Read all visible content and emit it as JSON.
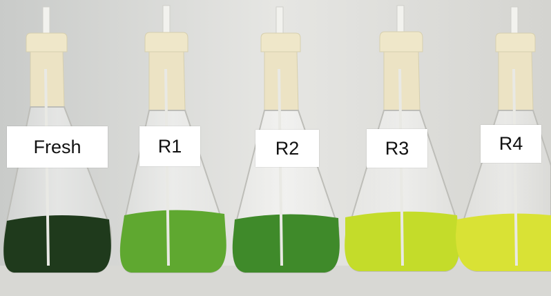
{
  "photo": {
    "flasks": [
      {
        "label": "Fresh",
        "culture_color": "#1f3a1c"
      },
      {
        "label": "R1",
        "culture_color": "#5fa830"
      },
      {
        "label": "R2",
        "culture_color": "#3f8a2a"
      },
      {
        "label": "R3",
        "culture_color": "#c4dc2a"
      },
      {
        "label": "R4",
        "culture_color": "#d9e235"
      }
    ]
  }
}
